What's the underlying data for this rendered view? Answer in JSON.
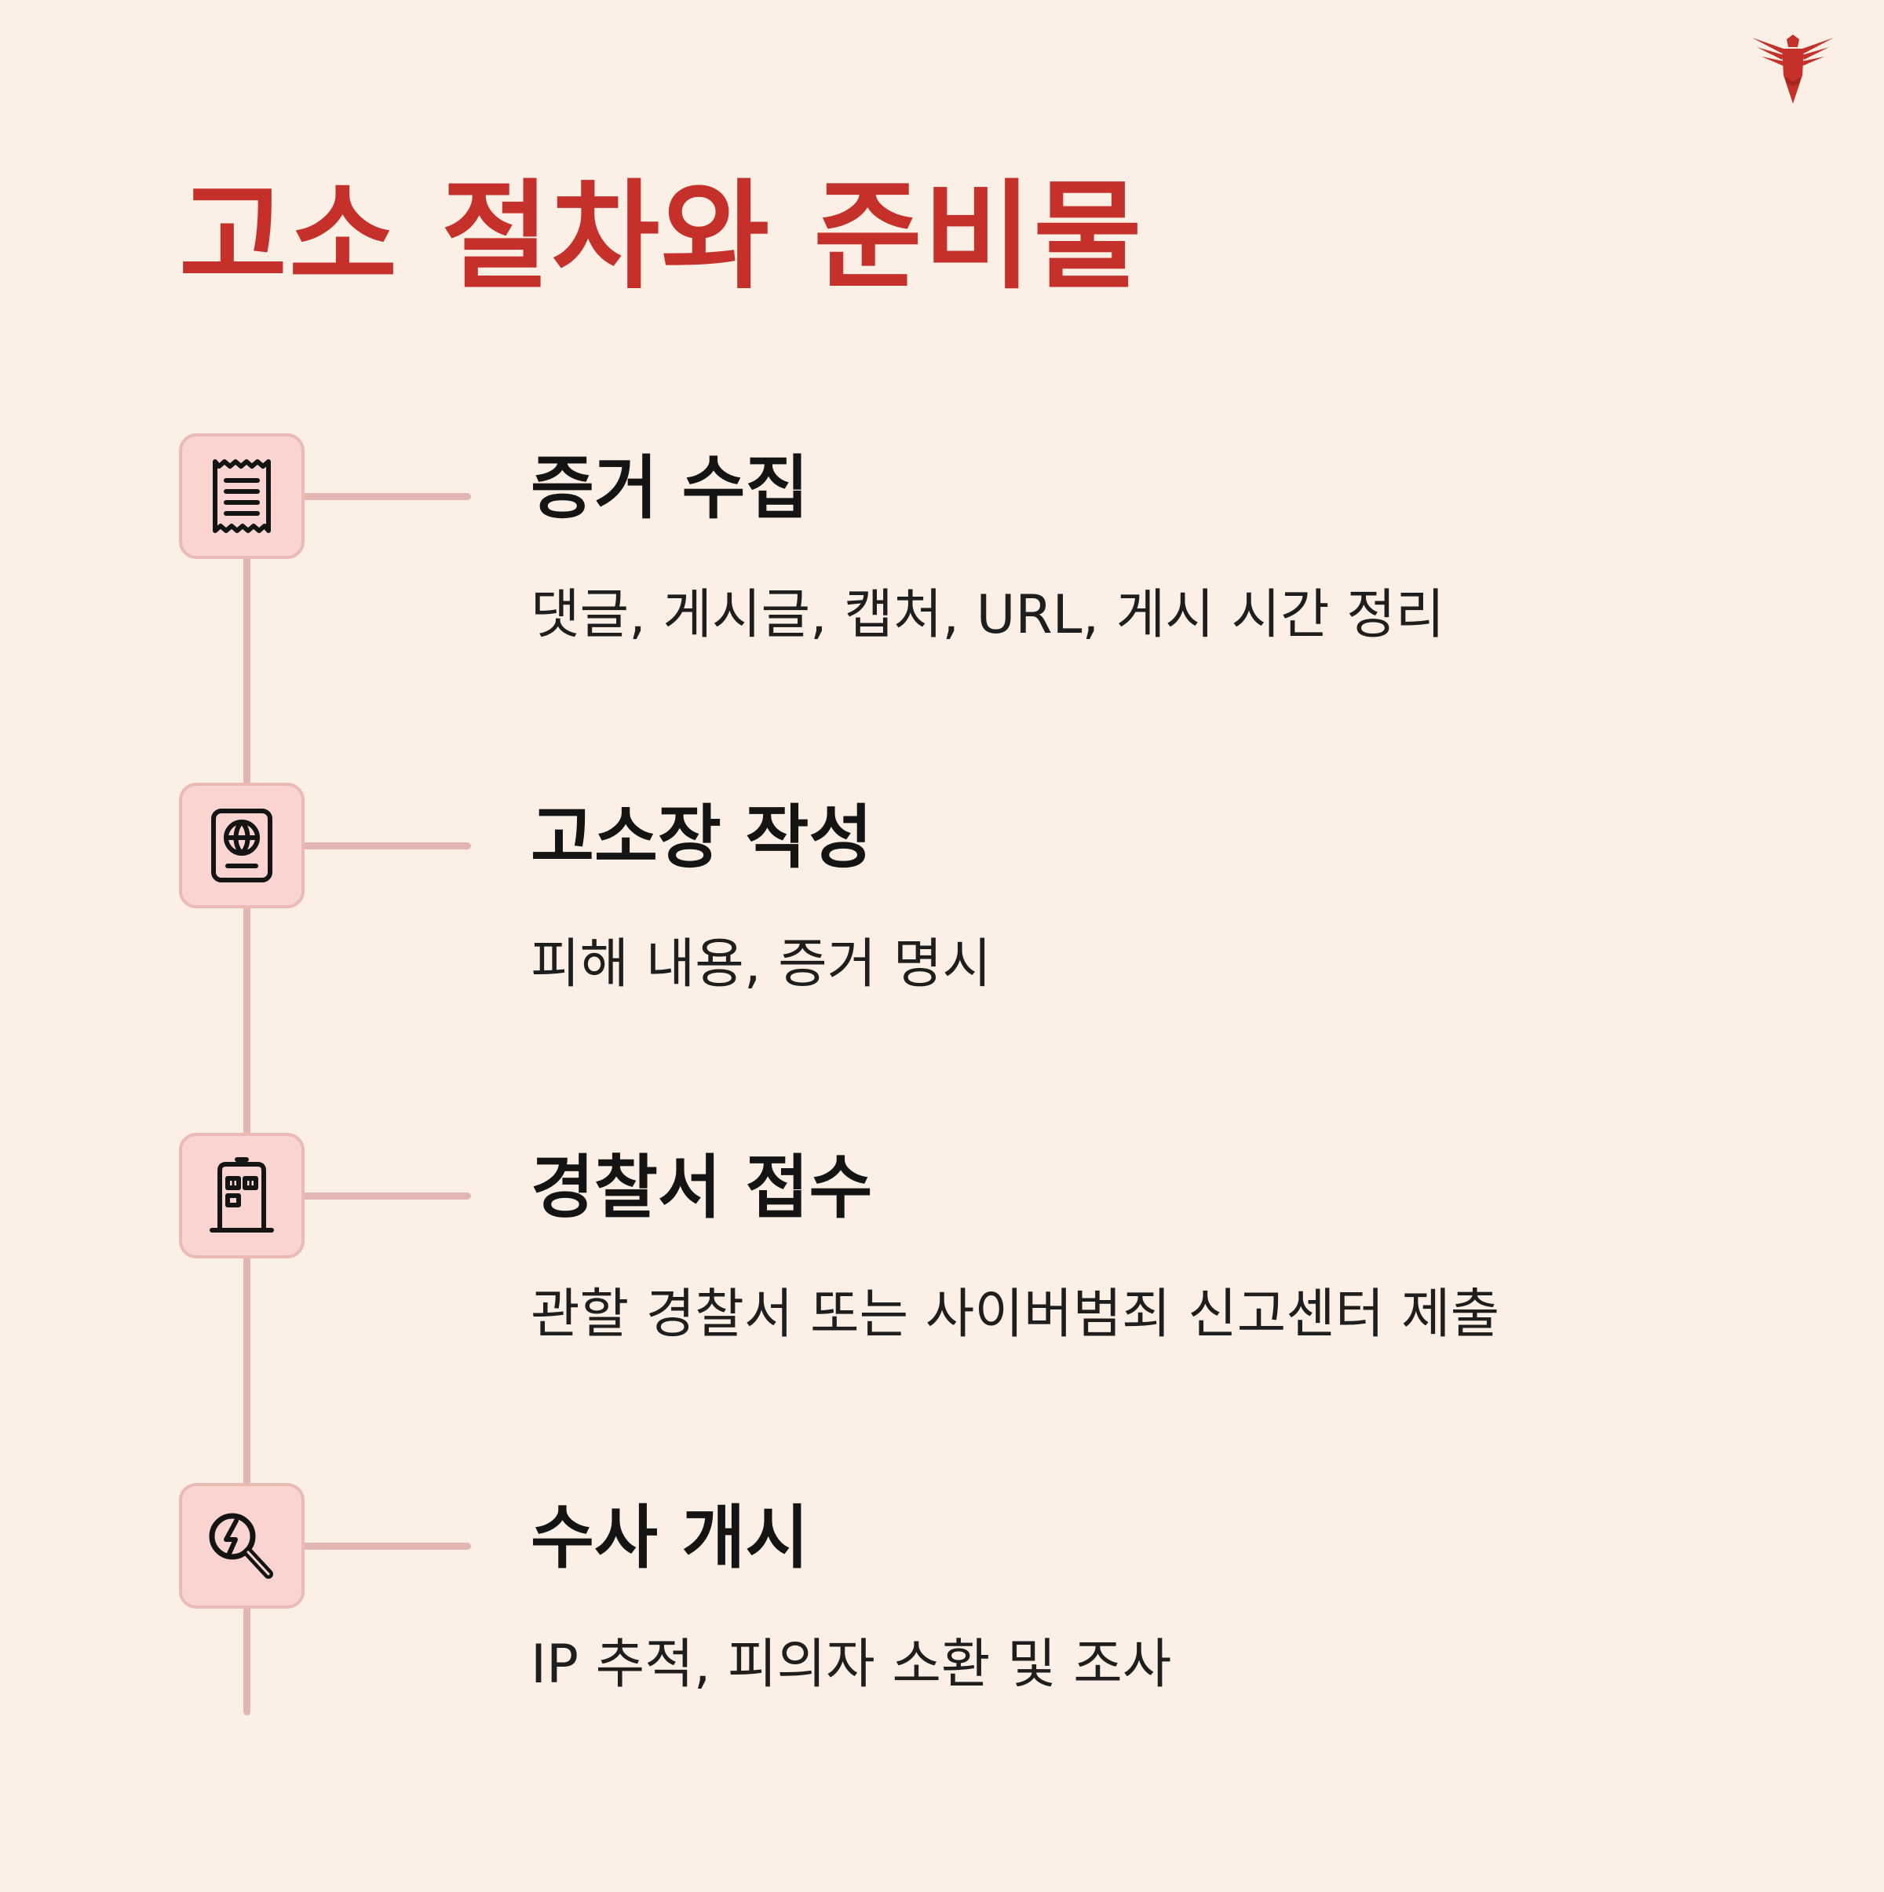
{
  "brand": {
    "logo_icon": "eagle-logo-icon",
    "accent_color": "#C5302B"
  },
  "title": "고소 절차와 준비물",
  "steps": [
    {
      "icon": "receipt-icon",
      "title": "증거 수집",
      "description": "댓글, 게시글, 캡처, URL, 게시 시간 정리"
    },
    {
      "icon": "passport-icon",
      "title": "고소장 작성",
      "description": "피해 내용, 증거 명시"
    },
    {
      "icon": "police-box-icon",
      "title": "경찰서 접수",
      "description": "관할 경찰서 또는 사이버범죄 신고센터 제출"
    },
    {
      "icon": "search-lightning-icon",
      "title": "수사 개시",
      "description": "IP 추적, 피의자 소환 및 조사"
    }
  ]
}
